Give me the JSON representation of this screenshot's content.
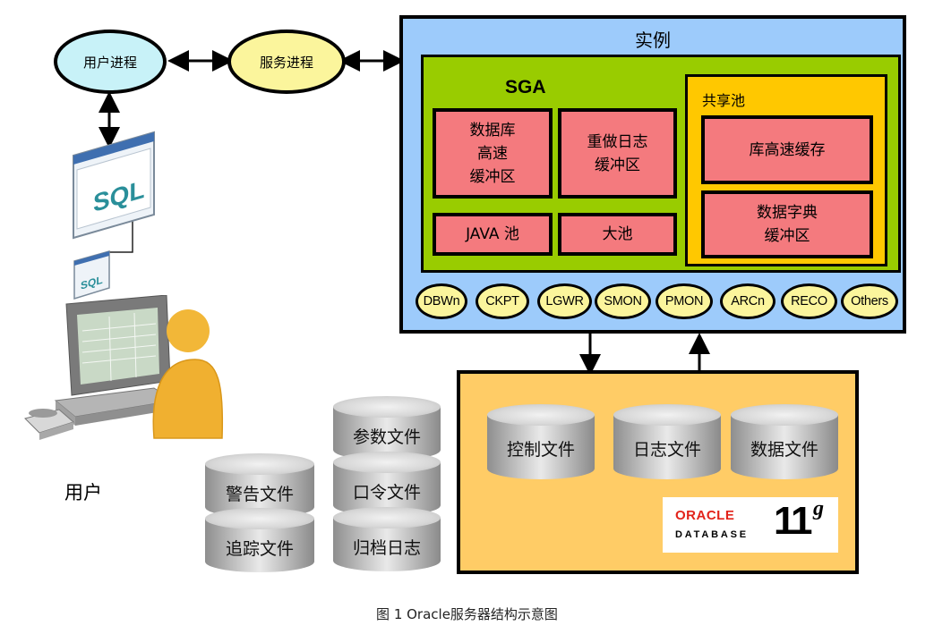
{
  "user_process": "用户进程",
  "server_process": "服务进程",
  "sql_big": "SQL",
  "sql_small": "SQL",
  "user_label": "用户",
  "instance": {
    "title": "实例",
    "sga": {
      "title": "SGA",
      "db_buffer": "数据库\n高速\n缓冲区",
      "redo_buffer": "重做日志\n缓冲区",
      "java_pool": "JAVA 池",
      "large_pool": "大池",
      "shared_pool": {
        "title": "共享池",
        "library_cache": "库高速缓存",
        "dict_cache": "数据字典\n缓冲区"
      }
    },
    "background_processes": [
      "DBWn",
      "CKPT",
      "LGWR",
      "SMON",
      "PMON",
      "ARCn",
      "RECO",
      "Others"
    ]
  },
  "database": {
    "files": [
      "控制文件",
      "日志文件",
      "数据文件"
    ],
    "logo_oracle": "ORACLE",
    "logo_database": "DATABASE",
    "logo_version": "11",
    "logo_g": "g"
  },
  "param_files": [
    "参数文件",
    "口令文件",
    "归档日志"
  ],
  "alert_files": [
    "警告文件",
    "追踪文件"
  ],
  "caption": "图 1 Oracle服务器结构示意图",
  "colors": {
    "instance_bg": "#9dcbfb",
    "sga_bg": "#99cc00",
    "shared_pool_bg": "#ffc800",
    "buffer_bg": "#f47a7e",
    "bg_process_bg": "#fbf59c",
    "database_bg": "#ffcc66",
    "user_process_bg": "#c8f2f8",
    "server_process_bg": "#fbf59c"
  }
}
